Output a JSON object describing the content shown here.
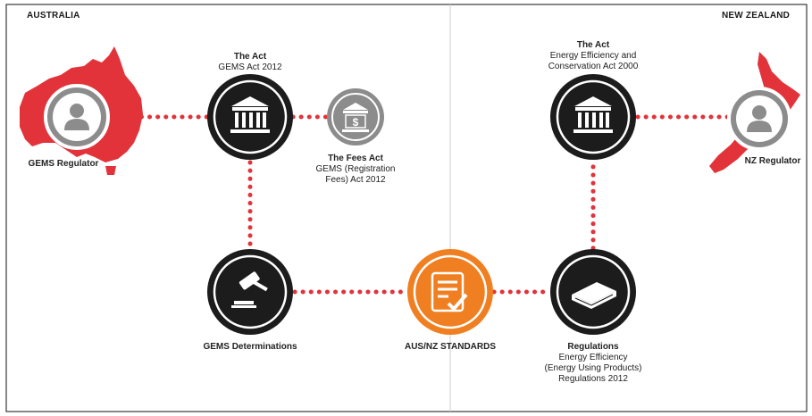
{
  "regions": {
    "left": "AUSTRALIA",
    "right": "NEW ZEALAND"
  },
  "nodes": {
    "gems_regulator": {
      "title": "GEMS Regulator",
      "icon": "person-icon"
    },
    "au_act": {
      "title": "The Act",
      "subtitle": "GEMS Act 2012",
      "icon": "building-icon"
    },
    "fees_act": {
      "title": "The Fees Act",
      "subtitle_lines": [
        "GEMS (Registration",
        "Fees) Act 2012"
      ],
      "icon": "fee-building-icon"
    },
    "gems_determinations": {
      "title": "GEMS Determinations",
      "icon": "gavel-icon"
    },
    "standards": {
      "title": "AUS/NZ STANDARDS",
      "icon": "checklist-icon"
    },
    "nz_act": {
      "title": "The Act",
      "subtitle_lines": [
        "Energy Efficiency and",
        "Conservation Act 2000"
      ],
      "icon": "building-icon"
    },
    "nz_regulator": {
      "title": "NZ Regulator",
      "icon": "person-icon"
    },
    "regulations": {
      "title": "Regulations",
      "subtitle_lines": [
        "Energy Efficiency",
        "(Energy Using Products)",
        "Regulations 2012"
      ],
      "icon": "book-icon"
    }
  },
  "colors": {
    "dark": "#1c1c1c",
    "accent_red": "#e2333a",
    "accent_orange": "#f07f21",
    "gray": "#8c8c8c",
    "map_red": "#e2333a"
  }
}
